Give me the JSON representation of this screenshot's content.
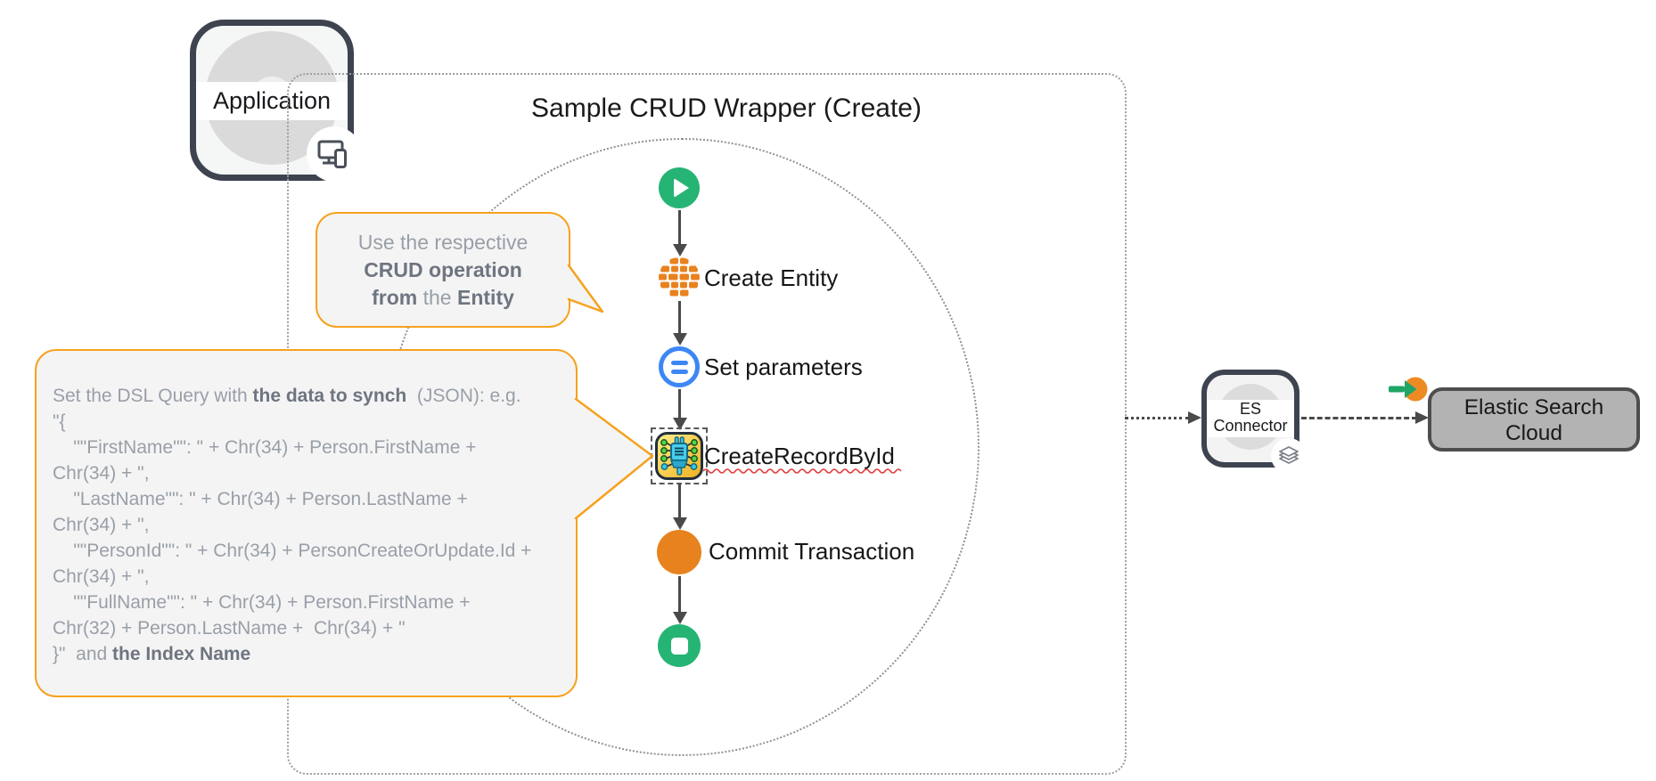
{
  "application": {
    "label": "Application"
  },
  "diagram": {
    "title": "Sample CRUD Wrapper (Create)"
  },
  "flow": {
    "steps": [
      {
        "name": "start",
        "label": ""
      },
      {
        "name": "create-entity",
        "label": "Create Entity"
      },
      {
        "name": "set-parameters",
        "label": "Set parameters"
      },
      {
        "name": "create-record-by-id",
        "label": "CreateRecordById",
        "misspelled_underline": true
      },
      {
        "name": "commit-transaction",
        "label": "Commit Transaction"
      },
      {
        "name": "stop",
        "label": ""
      }
    ]
  },
  "callouts": {
    "crud": {
      "lines": [
        [
          {
            "t": "Use the respective",
            "b": false
          }
        ],
        [
          {
            "t": "CRUD operation",
            "b": true
          }
        ],
        [
          {
            "t": "from",
            "b": true
          },
          {
            "t": " the ",
            "b": false
          },
          {
            "t": "Entity",
            "b": true
          }
        ]
      ]
    },
    "dsl": {
      "lines": [
        [
          {
            "t": "Set the DSL Query with ",
            "b": false
          },
          {
            "t": "the data to synch",
            "b": true
          },
          {
            "t": "  (JSON): e.g.",
            "b": false
          }
        ],
        [
          {
            "t": "\"{",
            "b": false
          }
        ],
        [
          {
            "t": "    \"\"FirstName\"\": \" + Chr(34) + Person.FirstName +",
            "b": false
          }
        ],
        [
          {
            "t": "Chr(34) + \",",
            "b": false
          }
        ],
        [
          {
            "t": "    \"LastName\"\": \" + Chr(34) + Person.LastName +",
            "b": false
          }
        ],
        [
          {
            "t": "Chr(34) + \",",
            "b": false
          }
        ],
        [
          {
            "t": "    \"\"PersonId\"\": \" + Chr(34) + PersonCreateOrUpdate.Id +",
            "b": false
          }
        ],
        [
          {
            "t": "Chr(34) + \",",
            "b": false
          }
        ],
        [
          {
            "t": "    \"\"FullName\"\": \" + Chr(34) + Person.FirstName +",
            "b": false
          }
        ],
        [
          {
            "t": "Chr(32) + Person.LastName +  Chr(34) + \"",
            "b": false
          }
        ],
        [
          {
            "t": "}\"  and ",
            "b": false
          },
          {
            "t": "the Index Name",
            "b": true
          }
        ]
      ]
    }
  },
  "es_connector": {
    "line1": "ES",
    "line2": "Connector"
  },
  "elastic_cloud": {
    "line1": "Elastic Search",
    "line2": "Cloud"
  },
  "colors": {
    "accent_orange": "#E8821F",
    "green": "#25B474",
    "blue": "#3D87F5",
    "callout_border": "#F6A21E",
    "dark_border": "#3D4450",
    "red_underline": "#E23B3B"
  }
}
